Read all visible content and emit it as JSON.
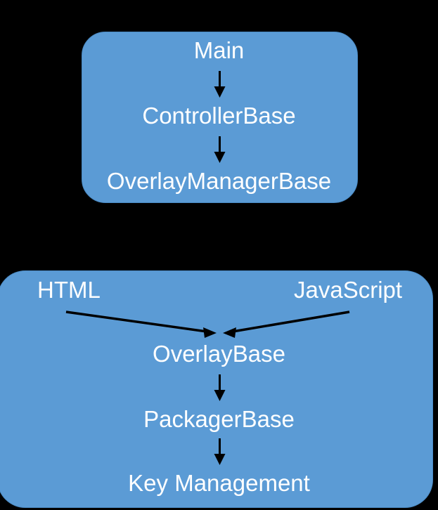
{
  "diagram": {
    "title": "Architecture layering diagram",
    "background_color": "#000000",
    "box_fill_color": "#5B9BD5",
    "box_border_color": "#4A8AC4",
    "text_color": "#FFFFFF",
    "arrow_color": "#000000",
    "groups": [
      {
        "id": "controller-stack",
        "nodes": [
          {
            "id": "main",
            "label": "Main"
          },
          {
            "id": "controllerbase",
            "label": "ControllerBase"
          },
          {
            "id": "overlaymanagerbase",
            "label": "OverlayManagerBase"
          }
        ],
        "edges": [
          {
            "from": "Main",
            "to": "ControllerBase",
            "style": "arrow-down"
          },
          {
            "from": "ControllerBase",
            "to": "OverlayManagerBase",
            "style": "arrow-down"
          }
        ]
      },
      {
        "id": "overlay-stack",
        "nodes": [
          {
            "id": "html",
            "label": "HTML"
          },
          {
            "id": "javascript",
            "label": "JavaScript"
          },
          {
            "id": "overlaybase",
            "label": "OverlayBase"
          },
          {
            "id": "packagerbase",
            "label": "PackagerBase"
          },
          {
            "id": "keymanagement",
            "label": "Key Management"
          }
        ],
        "edges": [
          {
            "from": "HTML",
            "to": "OverlayBase",
            "style": "arrow-diagonal-right-down"
          },
          {
            "from": "JavaScript",
            "to": "OverlayBase",
            "style": "arrow-diagonal-left-down"
          },
          {
            "from": "OverlayBase",
            "to": "PackagerBase",
            "style": "arrow-down"
          },
          {
            "from": "PackagerBase",
            "to": "Key Management",
            "style": "arrow-down"
          }
        ]
      }
    ]
  }
}
